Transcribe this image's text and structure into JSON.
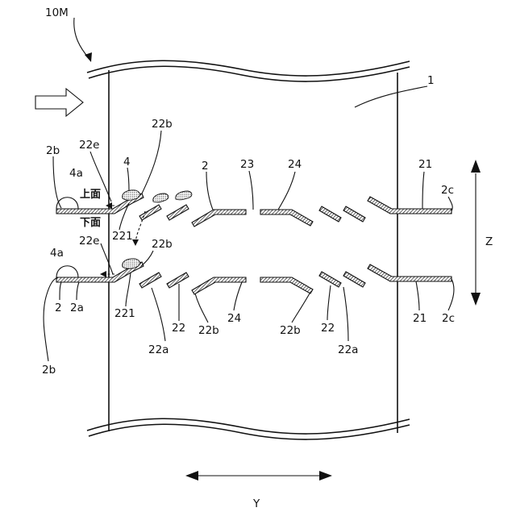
{
  "figure": {
    "device_label": "10M",
    "channel_label": "1",
    "upper_face": "上面",
    "lower_face": "下面",
    "axis_z": "Z",
    "axis_y": "Y"
  },
  "labels": {
    "l_2b_top": "2b",
    "l_22e_top": "22e",
    "l_4_top": "4",
    "l_22b_top": "22b",
    "l_4a_top": "4a",
    "l_221_top": "221",
    "l_2_top": "2",
    "l_23": "23",
    "l_24_top": "24",
    "l_21_top": "21",
    "l_2c_top": "2c",
    "l_4a_bot": "4a",
    "l_22e_bot": "22e",
    "l_22b_bot": "22b",
    "l_2_bot": "2",
    "l_2a_bot": "2a",
    "l_221_bot": "221",
    "l_22_bot1": "22",
    "l_22b_bot1": "22b",
    "l_24_bot": "24",
    "l_22b_bot2": "22b",
    "l_22_bot2": "22",
    "l_21_bot": "21",
    "l_2c_bot": "2c",
    "l_22a_bot1": "22a",
    "l_22a_bot2": "22a",
    "l_2b_bot": "2b"
  }
}
